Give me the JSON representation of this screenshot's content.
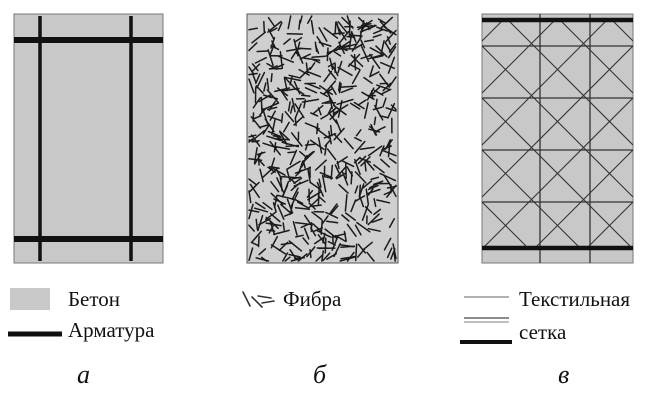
{
  "panels": [
    {
      "id": "a",
      "label": "а",
      "fill": "#c8c8c8",
      "edge": "#777777"
    },
    {
      "id": "b",
      "label": "б",
      "fill": "#cfcfcf",
      "edge": "#555555"
    },
    {
      "id": "c",
      "label": "в",
      "fill": "#c8c8c8",
      "edge": "#777777"
    }
  ],
  "legend": {
    "concrete": "Бетон",
    "rebar": "Арматура",
    "fiber": "Фибра",
    "textile_line1": "Текстильная",
    "textile_line2": "сетка"
  },
  "colors": {
    "concrete": "#c8c8c8",
    "rebar": "#111111",
    "fiber": "#1a1a1a",
    "mesh": "#333333"
  }
}
